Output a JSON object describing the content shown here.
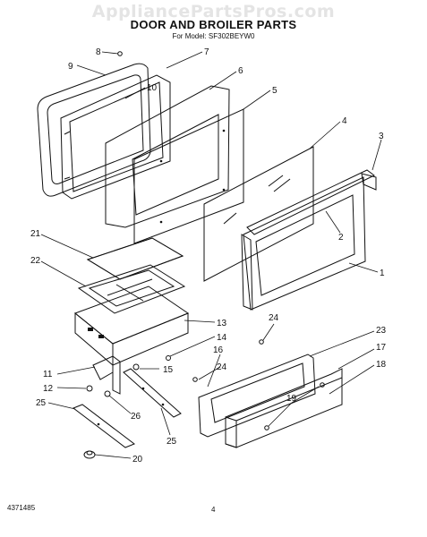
{
  "watermark": "AppliancePartsPros.com",
  "title": "DOOR AND BROILER PARTS",
  "model_line": "For Model: SF302BEYW0",
  "page_number": "4",
  "document_number": "4371485",
  "callouts": {
    "c8": "8",
    "c7": "7",
    "c9": "9",
    "c6": "6",
    "c10": "10",
    "c5": "5",
    "c4": "4",
    "c3": "3",
    "c2": "2",
    "c1": "1",
    "c21": "21",
    "c22": "22",
    "c13": "13",
    "c14": "14",
    "c15": "15",
    "c11": "11",
    "c12": "12",
    "c25a": "25",
    "c26": "26",
    "c25b": "25",
    "c20": "20",
    "c24a": "24",
    "c23": "23",
    "c17": "17",
    "c16": "16",
    "c24b": "24",
    "c18": "18",
    "c19": "19"
  }
}
